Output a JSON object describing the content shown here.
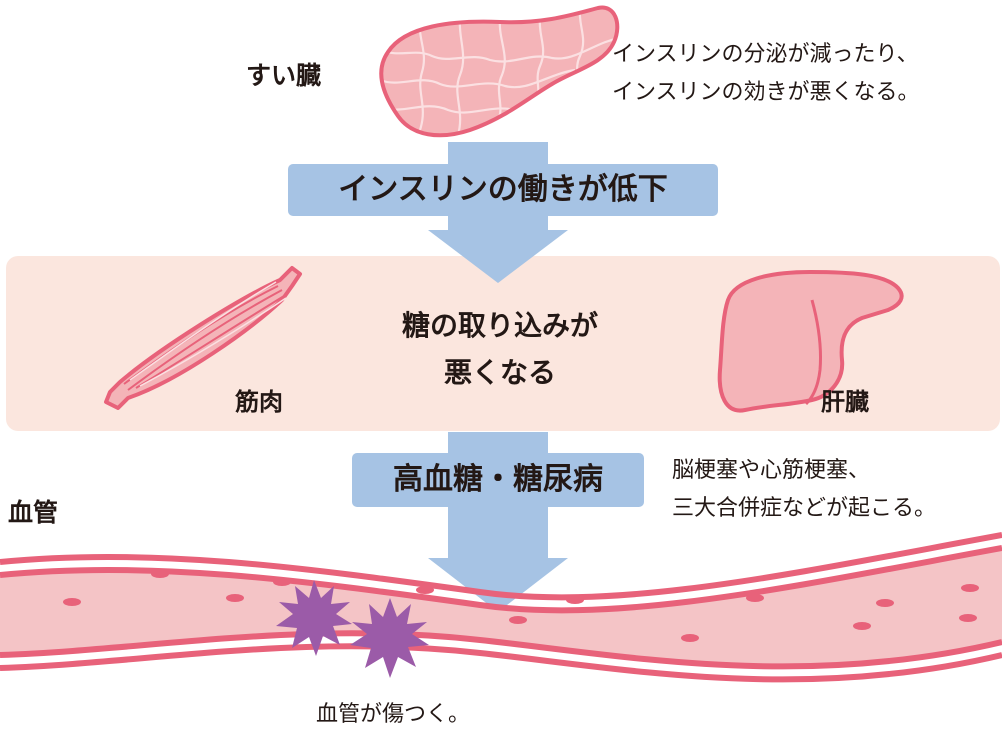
{
  "organs": {
    "pancreas_label": "すい臓",
    "muscle_label": "筋肉",
    "liver_label": "肝臓",
    "vessel_label": "血管"
  },
  "notes": {
    "pancreas_lines": [
      "インスリンの分泌が減ったり、",
      "インスリンの効きが悪くなる。"
    ],
    "complication_lines": [
      "脳梗塞や心筋梗塞、",
      "三大合併症などが起こる。"
    ],
    "vessel_damage": "血管が傷つく。"
  },
  "flow": {
    "step1": "インスリンの働きが低下",
    "band_lines": [
      "糖の取り込みが",
      "悪くなる"
    ],
    "step2": "高血糖・糖尿病"
  },
  "colors": {
    "arrow_blue": "#a6c3e4",
    "band_peach": "#fbe6de",
    "organ_pink": "#f4b4b8",
    "organ_stroke": "#e8627a",
    "virus_purple": "#9b5ba8"
  }
}
